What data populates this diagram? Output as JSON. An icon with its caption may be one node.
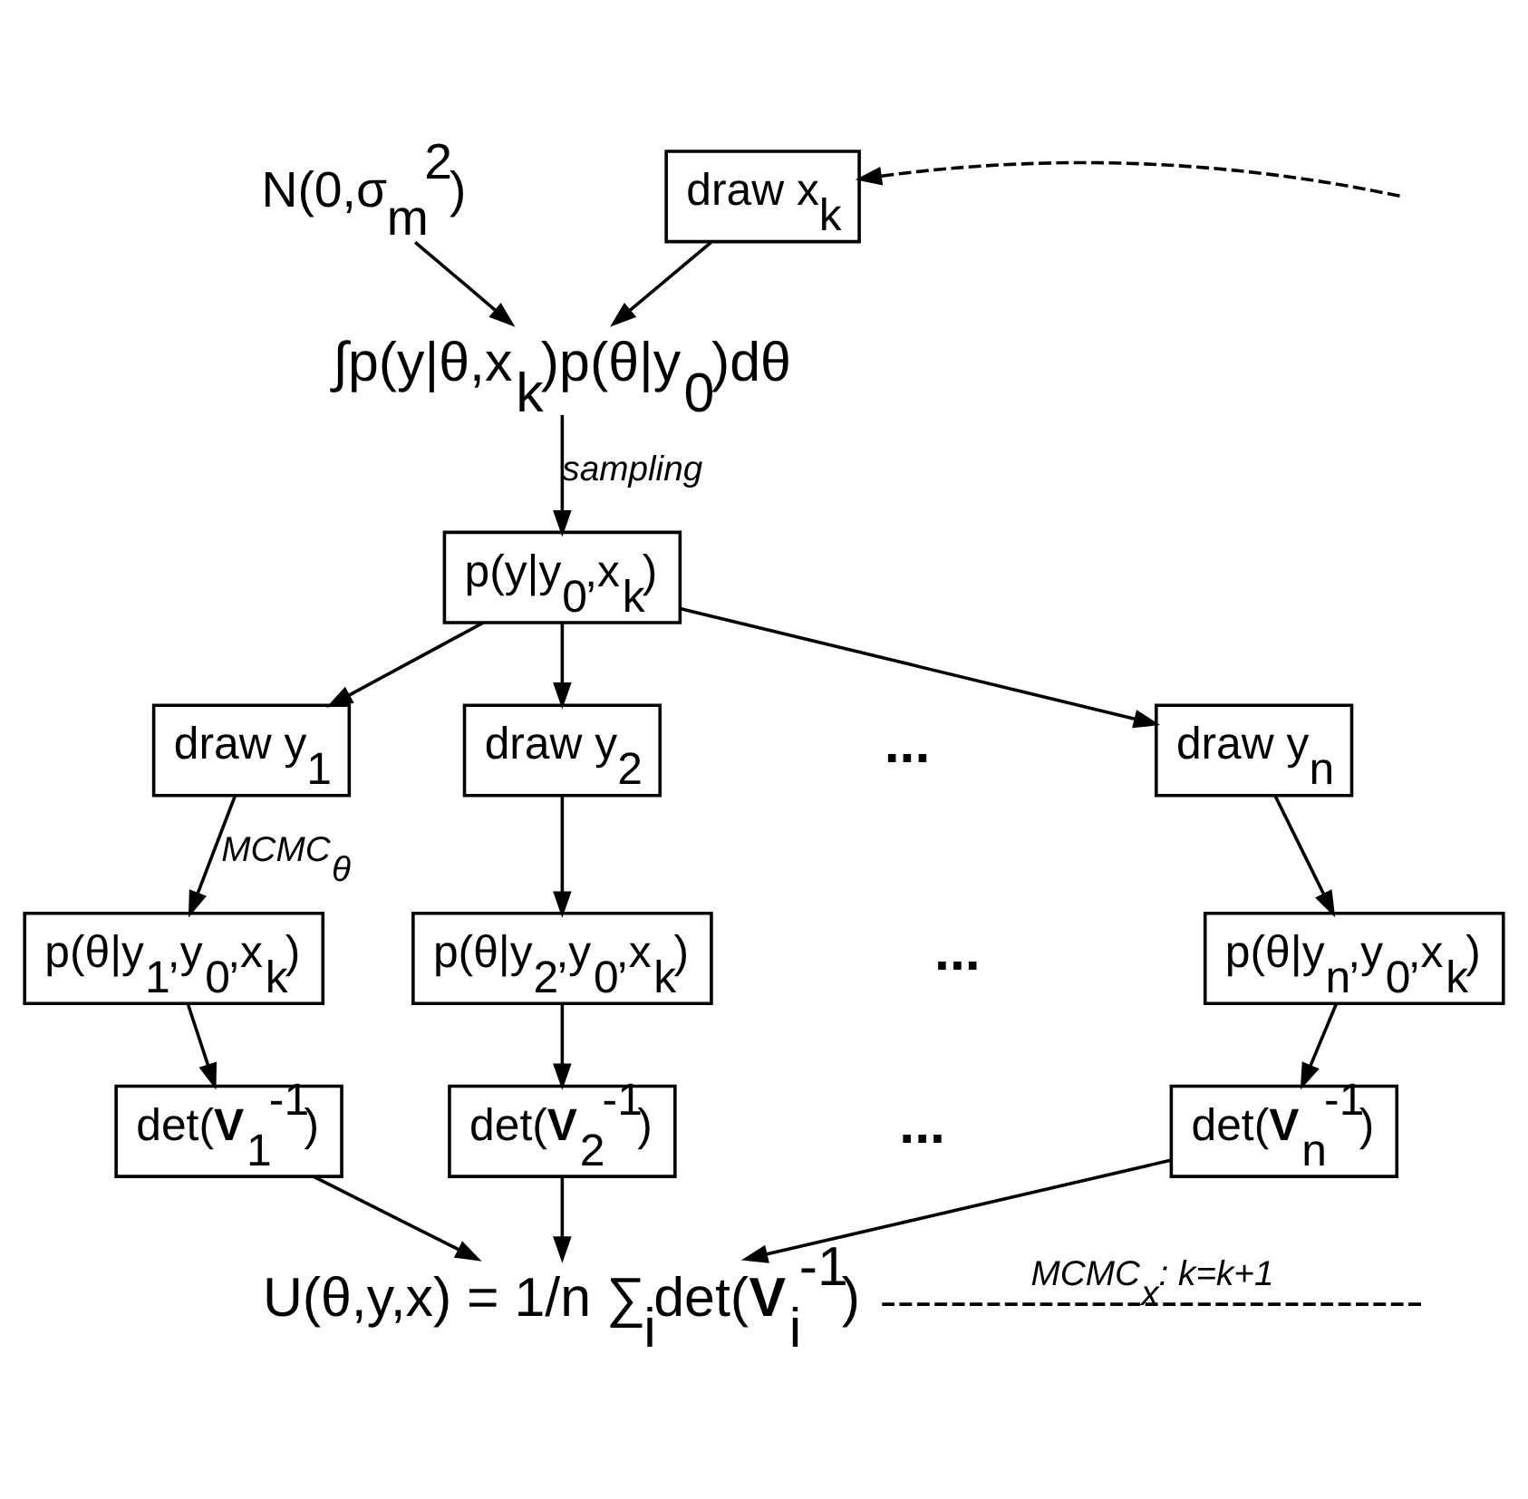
{
  "diagram": {
    "nodes": [
      {
        "text": [
          "N(0,σ$_{m}$$^{2}$)"
        ]
      },
      {
        "text": [
          "draw x$_{k}$"
        ]
      },
      {
        "text": [
          "∫p(y|θ,x$_{k}$)p(θ|y$_{0}$)dθ"
        ]
      },
      {
        "text": [
          "p(y|y$_{0}$,x$_{k}$)"
        ]
      },
      {
        "text": [
          "draw y$_{1}$"
        ]
      },
      {
        "text": [
          "draw y$_{2}$"
        ]
      },
      {
        "text": [
          "draw y$_{n}$"
        ]
      },
      {
        "text": [
          "p(θ|y$_{1}$,y$_{0}$,x$_{k}$)"
        ]
      },
      {
        "text": [
          "p(θ|y$_{2}$,y$_{0}$,x$_{k}$)"
        ]
      },
      {
        "text": [
          "p(θ|y$_{n}$,y$_{0}$,x$_{k}$)"
        ]
      },
      {
        "text": [
          "det(**V**$_{1}$$^{-1}$)"
        ]
      },
      {
        "text": [
          "det(**V**$_{2}$$^{-1}$)"
        ]
      },
      {
        "text": [
          "det(**V**$_{n}$$^{-1}$)"
        ]
      },
      {
        "text": [
          "U(θ,y,x) = 1/n ∑$_{i}$det(**V**$_{i}$$^{-1}$)"
        ]
      }
    ],
    "edges": [
      {
        "from": 0,
        "to": 2,
        "arrow": "to"
      },
      {
        "from": 1,
        "to": 2,
        "arrow": "to"
      },
      {
        "from": 2,
        "to": 3,
        "arrow": "to",
        "label": "sampling"
      },
      {
        "from": 3,
        "to": 4,
        "arrow": "to"
      },
      {
        "from": 3,
        "to": 5,
        "arrow": "to"
      },
      {
        "from": 3,
        "to": 6,
        "arrow": "to"
      },
      {
        "from": 4,
        "to": 7,
        "arrow": "to",
        "label": "MCMC$_{θ}$"
      },
      {
        "from": 5,
        "to": 8,
        "arrow": "to"
      },
      {
        "from": 6,
        "to": 9,
        "arrow": "to"
      },
      {
        "from": 7,
        "to": 10,
        "arrow": "to"
      },
      {
        "from": 8,
        "to": 11,
        "arrow": "to"
      },
      {
        "from": 9,
        "to": 12,
        "arrow": "to"
      },
      {
        "from": 10,
        "to": 13,
        "arrow": "to"
      },
      {
        "from": 11,
        "to": 13,
        "arrow": "to"
      },
      {
        "from": 12,
        "to": 13,
        "arrow": "to"
      },
      {
        "from": 13,
        "to": null,
        "arrow": "none",
        "style": "dashed",
        "label": "MCMC$_{x}$: k=k+1"
      },
      {
        "from": null,
        "to": 1,
        "arrow": "to",
        "style": "dashed"
      }
    ],
    "labels": [
      "...",
      "...",
      "..."
    ]
  }
}
